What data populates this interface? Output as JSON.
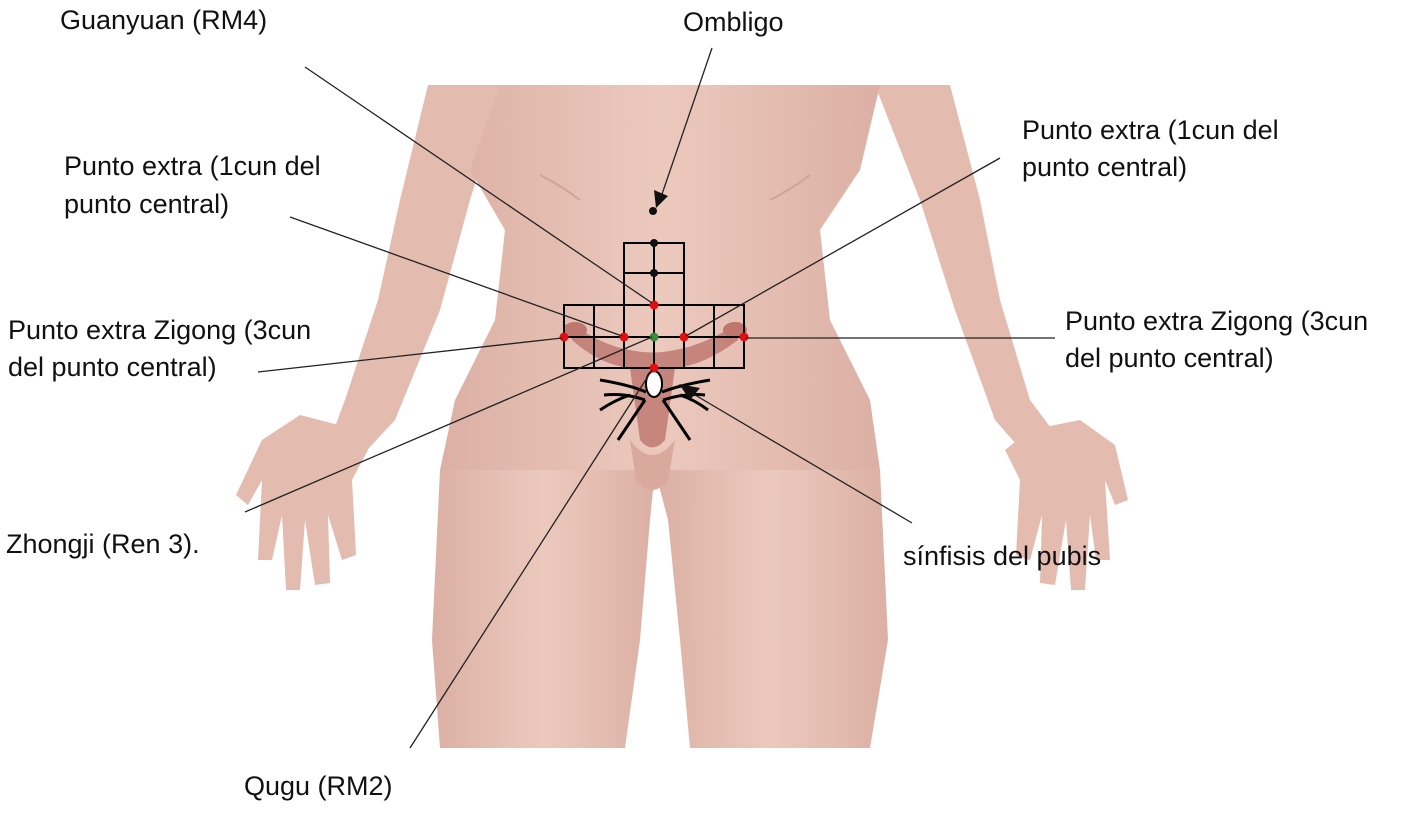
{
  "labels": {
    "guanyuan": "Guanyuan (RM4)",
    "ombligo": "Ombligo",
    "extra1_left_l1": "Punto extra  (1cun del",
    "extra1_left_l2": "punto central)",
    "extra1_right_l1": "Punto extra  (1cun del",
    "extra1_right_l2": "punto central)",
    "zigong_left_l1": "Punto extra  Zigong (3cun",
    "zigong_left_l2": "del punto central)",
    "zigong_right_l1": "Punto extra  Zigong (3cun",
    "zigong_right_l2": "del punto central)",
    "zhongji": "Zhongji (Ren 3).",
    "sinfisis": "sínfisis del pubis",
    "qugu": "Qugu (RM2)"
  },
  "colors": {
    "skin": "#e8c4b8",
    "skin_shadow": "#d9aea2",
    "organ": "#b8706a",
    "grid_line": "#000000",
    "point_red": "#e01010",
    "point_black": "#111111",
    "point_green": "#3a8a3a",
    "leader_line": "#222222"
  }
}
